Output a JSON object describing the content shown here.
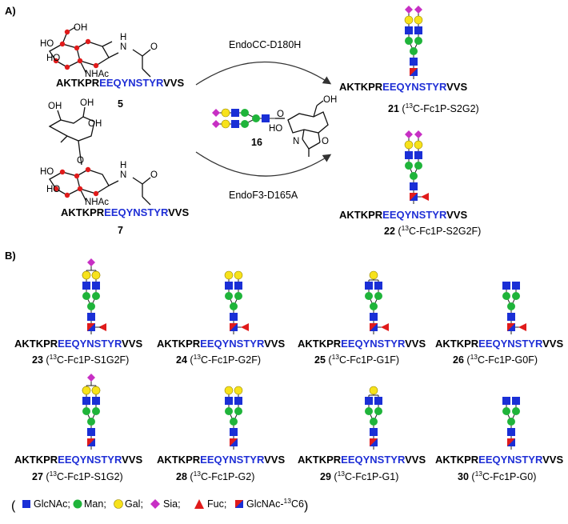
{
  "section_a": {
    "label": "A)",
    "enzyme_top": "EndoCC-D180H",
    "enzyme_bottom": "EndoF3-D165A",
    "donor_number": "16",
    "substrates": [
      {
        "number": "5",
        "nhac": "NHAc"
      },
      {
        "number": "7",
        "nhac": "NHAc"
      }
    ],
    "products": [
      {
        "number": "21",
        "name_pre": "(",
        "iso": "13",
        "name_post": "C-Fc1P-S2G2)"
      },
      {
        "number": "22",
        "name_pre": "(",
        "iso": "13",
        "name_post": "C-Fc1P-S2G2F)"
      }
    ],
    "chem_labels": {
      "oh": "OH",
      "ho": "HO",
      "n": "N",
      "h": "H",
      "o": "O"
    }
  },
  "peptide": {
    "prefix": "AKTKPR",
    "core": "EEQYNSTYR",
    "suffix": "VVS"
  },
  "section_b": {
    "label": "B)",
    "compounds": [
      {
        "number": "23",
        "name_pre": "(",
        "iso": "13",
        "name_post": "C-Fc1P-S1G2F)"
      },
      {
        "number": "24",
        "name_pre": "(",
        "iso": "13",
        "name_post": "C-Fc1P-G2F)"
      },
      {
        "number": "25",
        "name_pre": "(",
        "iso": "13",
        "name_post": "C-Fc1P-G1F)"
      },
      {
        "number": "26",
        "name_pre": "(",
        "iso": "13",
        "name_post": "C-Fc1P-G0F)"
      },
      {
        "number": "27",
        "name_pre": "(",
        "iso": "13",
        "name_post": "C-Fc1P-S1G2)"
      },
      {
        "number": "28",
        "name_pre": "(",
        "iso": "13",
        "name_post": "C-Fc1P-G2)"
      },
      {
        "number": "29",
        "name_pre": "(",
        "iso": "13",
        "name_post": "C-Fc1P-G1)"
      },
      {
        "number": "30",
        "name_pre": "(",
        "iso": "13",
        "name_post": "C-Fc1P-G0)"
      }
    ]
  },
  "legend": {
    "open": "(",
    "close": ")",
    "glcnac": "GlcNAc;",
    "man": "Man;",
    "gal": "Gal;",
    "sia": "Sia;",
    "fuc": "Fuc;",
    "glcnac13_pre": "GlcNAc-",
    "glcnac13_iso": "13",
    "glcnac13_post": "C6"
  },
  "colors": {
    "glcnac": "#1a2fd6",
    "man": "#1fb43a",
    "gal": "#f7e21b",
    "sia": "#c72fc4",
    "fuc": "#e01b1b",
    "glcnac13_red": "#e01b1b",
    "peptide_blue": "#1f2fd6"
  }
}
